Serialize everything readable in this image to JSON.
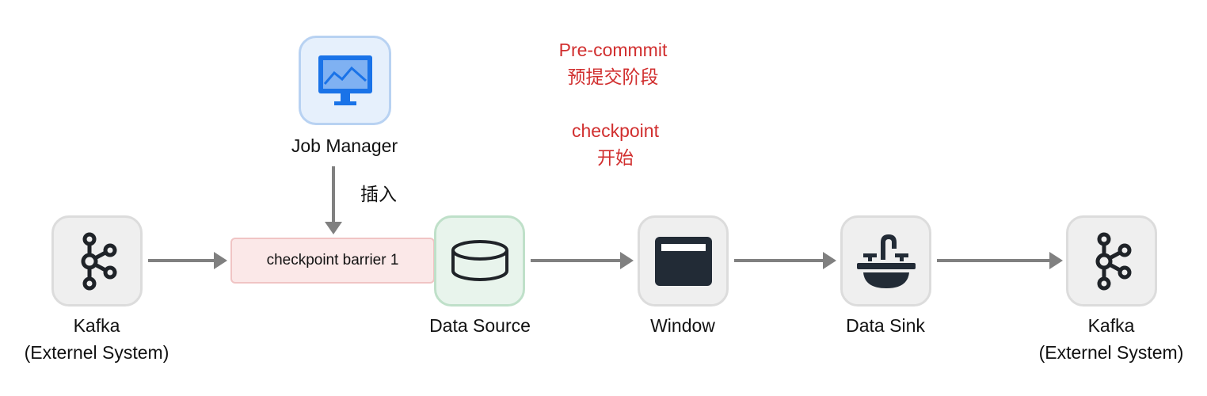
{
  "nodes": {
    "job_manager": {
      "label": "Job Manager"
    },
    "kafka_in": {
      "name": "Kafka",
      "subtitle": "(Externel System)"
    },
    "data_source": {
      "label": "Data Source"
    },
    "window": {
      "label": "Window"
    },
    "data_sink": {
      "label": "Data Sink"
    },
    "kafka_out": {
      "name": "Kafka",
      "subtitle": "(Externel System)"
    }
  },
  "barrier": {
    "label": "checkpoint barrier 1"
  },
  "edge_labels": {
    "insert": "插入"
  },
  "annotations": {
    "precommit_line1": "Pre-commmit",
    "precommit_line2": "预提交阶段",
    "checkpoint_line1": "checkpoint",
    "checkpoint_line2": "开始"
  },
  "icons": {
    "job_manager": "monitor-chart-icon",
    "kafka": "kafka-icon",
    "data_source": "database-icon",
    "window": "window-icon",
    "data_sink": "sink-faucet-icon"
  },
  "colors": {
    "annotation": "#d12f2f",
    "arrow": "#808080",
    "job_manager_bg": "#e6f0fc",
    "source_bg": "#e8f4ec",
    "barrier_bg": "#fbe8e8",
    "node_bg": "#efefef"
  }
}
